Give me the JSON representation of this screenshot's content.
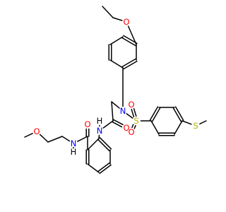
{
  "diagram": {
    "type": "chemical-structure",
    "colors": {
      "carbon": "#000000",
      "oxygen": "#ff0000",
      "nitrogen": "#0000ff",
      "sulfur": "#b3b300",
      "hydrogen": "#000000"
    },
    "atoms": [
      {
        "id": "O_eth",
        "text": "O",
        "element": "oxygen"
      },
      {
        "id": "N_sulf",
        "text": "N",
        "element": "nitrogen"
      },
      {
        "id": "S_sulf",
        "text": "S",
        "element": "sulfur"
      },
      {
        "id": "O_s1",
        "text": "O",
        "element": "oxygen"
      },
      {
        "id": "O_s2",
        "text": "O",
        "element": "oxygen"
      },
      {
        "id": "S_me",
        "text": "S",
        "element": "sulfur"
      },
      {
        "id": "O_gly",
        "text": "O",
        "element": "oxygen"
      },
      {
        "id": "N_anil",
        "text": "N",
        "element": "nitrogen"
      },
      {
        "id": "H_anil",
        "text": "H",
        "element": "hydrogen"
      },
      {
        "id": "O_amide",
        "text": "O",
        "element": "oxygen"
      },
      {
        "id": "N_amide",
        "text": "N",
        "element": "nitrogen"
      },
      {
        "id": "H_amide",
        "text": "H",
        "element": "hydrogen"
      },
      {
        "id": "O_ome",
        "text": "O",
        "element": "oxygen"
      }
    ]
  }
}
